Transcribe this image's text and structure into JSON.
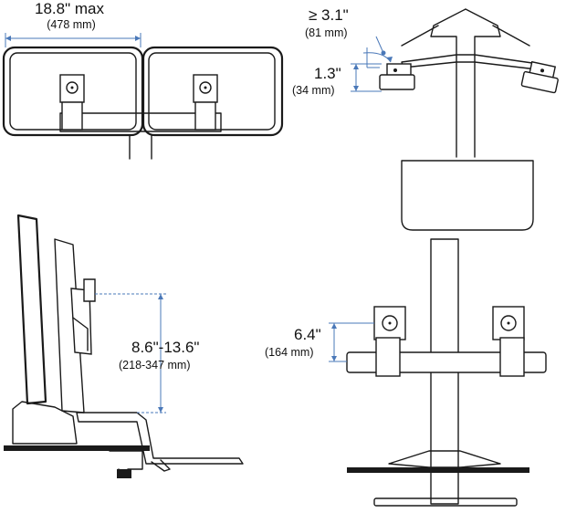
{
  "dimensions": {
    "width_max": {
      "value": "18.8\" max",
      "metric": "(478 mm)"
    },
    "tilt_clearance": {
      "value": "≥ 3.1\"",
      "metric": "(81 mm)"
    },
    "depth_offset": {
      "value": "1.3\"",
      "metric": "(34 mm)"
    },
    "height_range": {
      "value": "8.6\"-13.6\"",
      "metric": "(218-347 mm)"
    },
    "crossbar_height": {
      "value": "6.4\"",
      "metric": "(164 mm)"
    }
  },
  "colors": {
    "line": "#1a1a1a",
    "dimension": "#4a78b8"
  }
}
